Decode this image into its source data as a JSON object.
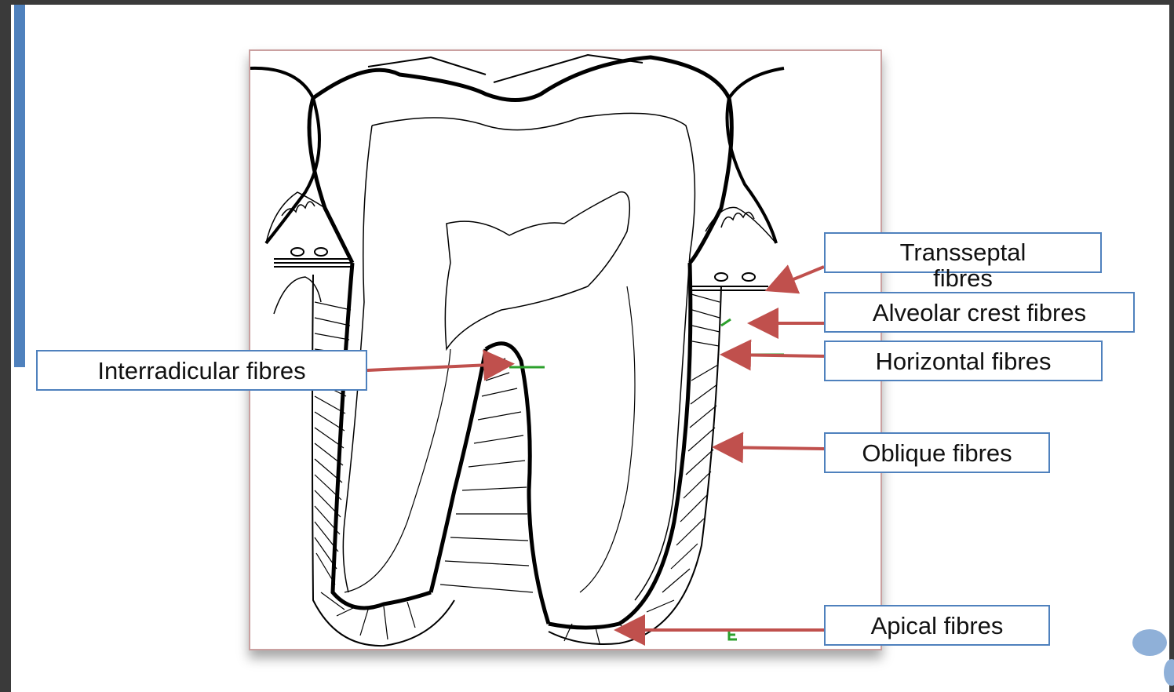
{
  "labels": {
    "transseptal": "Transseptal fibres",
    "alveolar_crest": "Alveolar crest fibres",
    "horizontal": "Horizontal fibres",
    "oblique": "Oblique fibres",
    "apical": "Apical fibres",
    "interradicular": "Interradicular fibres"
  },
  "colors": {
    "accent": "#4f81bd",
    "arrow": "#c0504d",
    "green_marker": "#2ca02c",
    "frame_border": "#caa0a0"
  }
}
